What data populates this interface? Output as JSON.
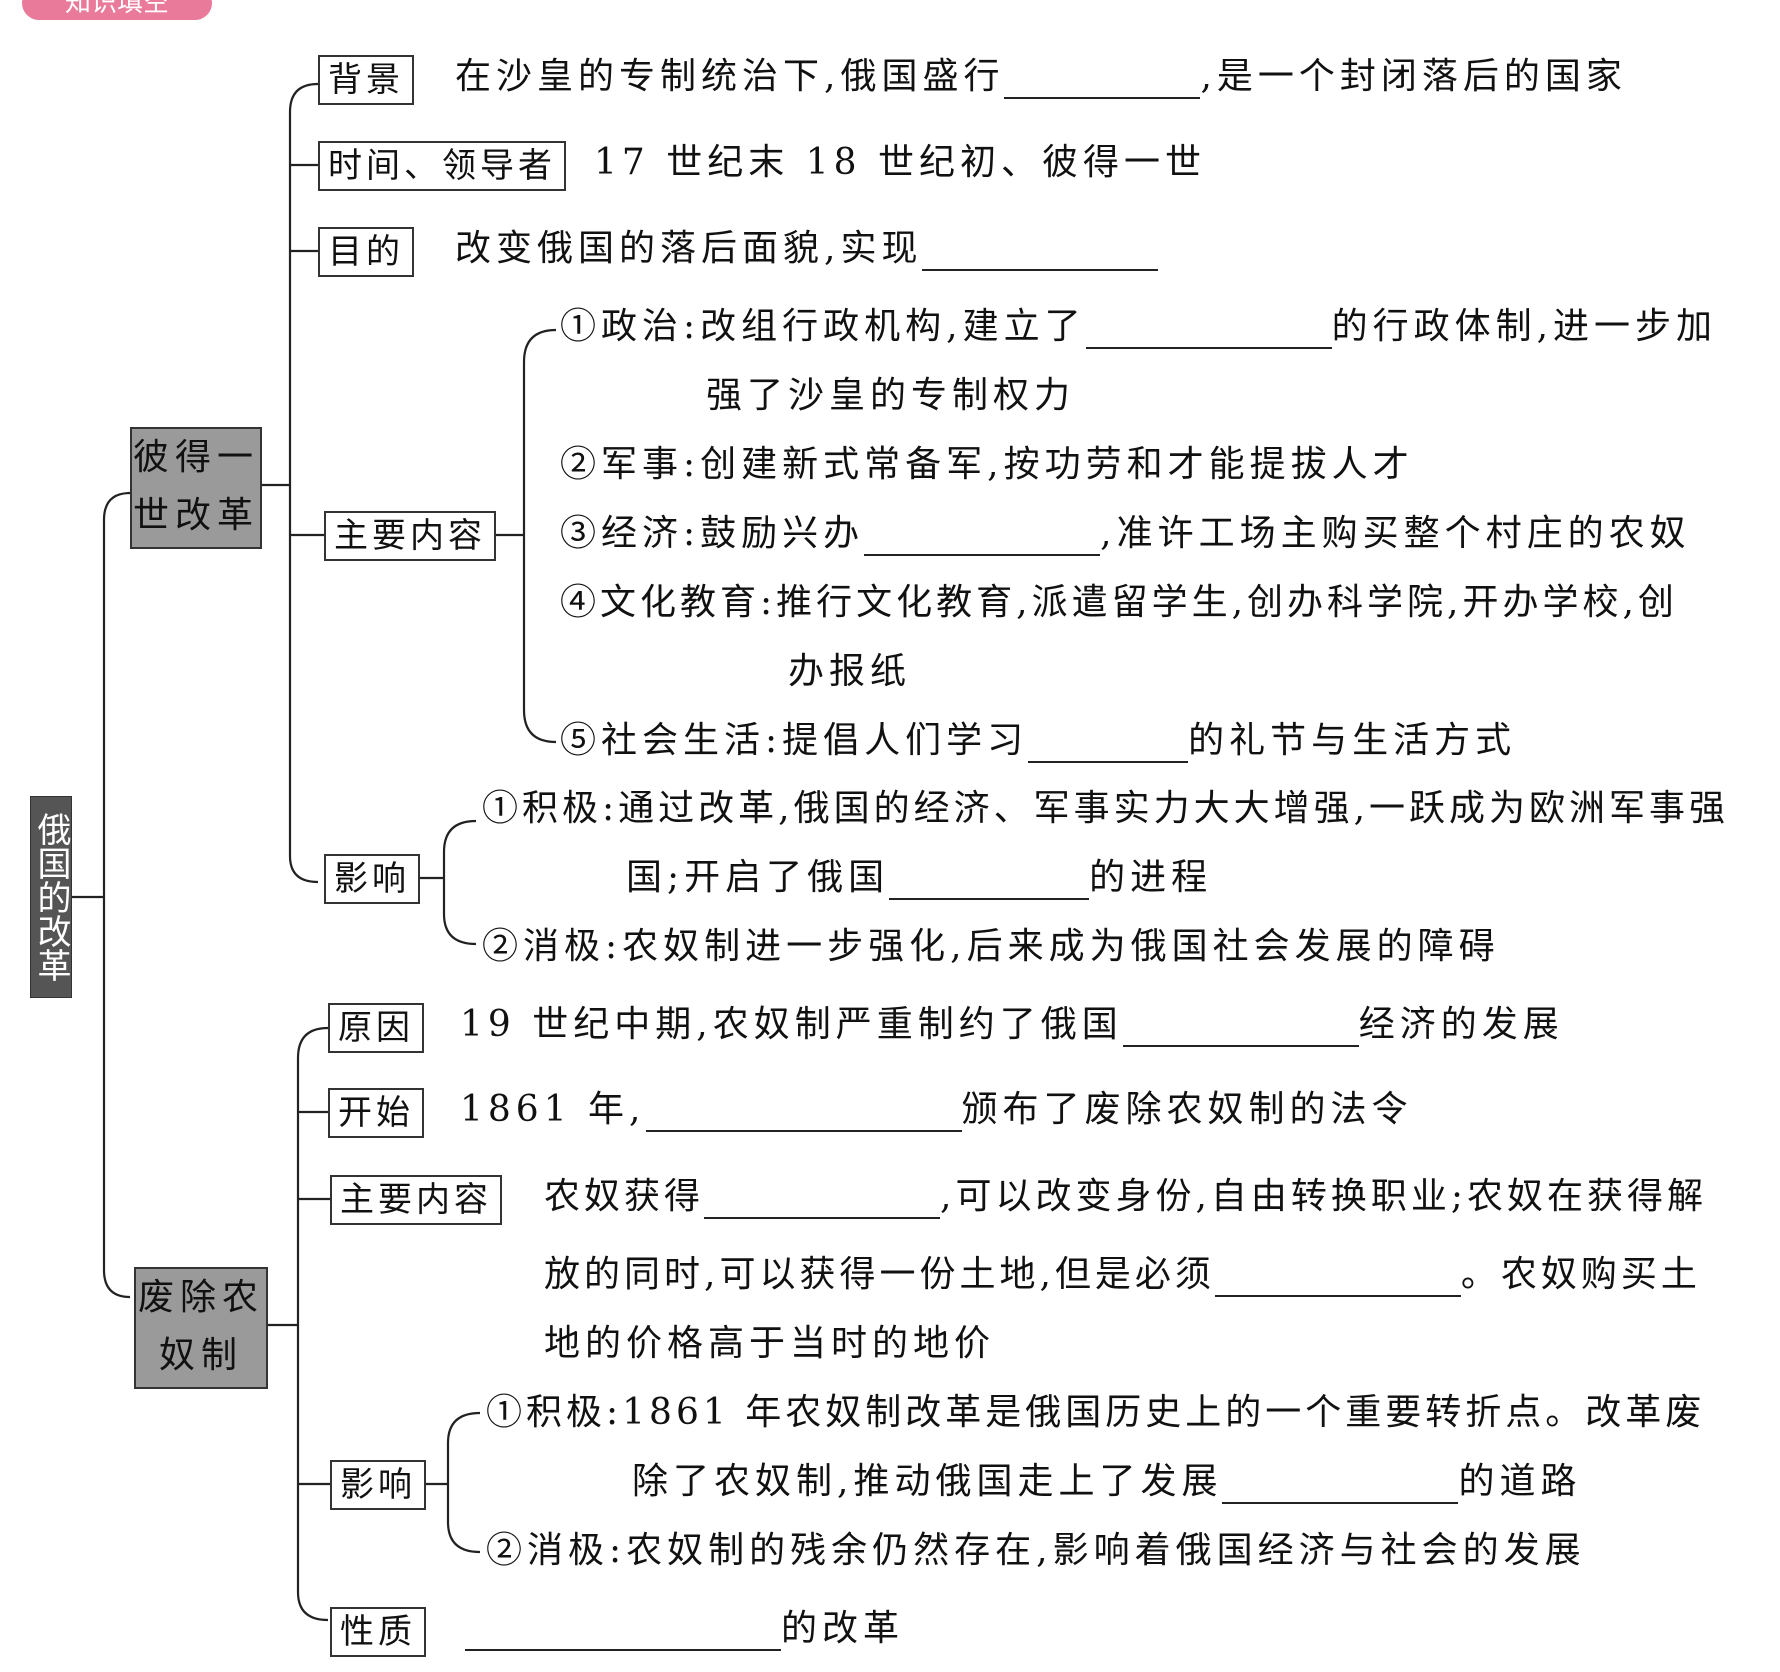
{
  "header": {
    "badge": "知识填空"
  },
  "root": "俄国的改革",
  "peter": {
    "title_line1": "彼得一",
    "title_line2": "世改革",
    "background_label": "背景",
    "background_text_a": "在沙皇的专制统治下,俄国盛行",
    "background_text_b": ",是一个封闭落后的国家",
    "time_label": "时间、领导者",
    "time_text": "17 世纪末 18 世纪初、彼得一世",
    "purpose_label": "目的",
    "purpose_text": "改变俄国的落后面貌,实现",
    "content_label": "主要内容",
    "c1_a": "①政治:改组行政机构,建立了",
    "c1_b": "的行政体制,进一步加",
    "c1_c": "强了沙皇的专制权力",
    "c2": "②军事:创建新式常备军,按功劳和才能提拔人才",
    "c3_a": "③经济:鼓励兴办",
    "c3_b": ",准许工场主购买整个村庄的农奴",
    "c4_a": "④文化教育:推行文化教育,派遣留学生,创办科学院,开办学校,创",
    "c4_b": "办报纸",
    "c5_a": "⑤社会生活:提倡人们学习",
    "c5_b": "的礼节与生活方式",
    "impact_label": "影响",
    "i1_a": "①积极:通过改革,俄国的经济、军事实力大大增强,一跃成为欧洲军事强",
    "i1_b": "国;开启了俄国",
    "i1_c": "的进程",
    "i2": "②消极:农奴制进一步强化,后来成为俄国社会发展的障碍"
  },
  "serf": {
    "title_line1": "废除农",
    "title_line2": "奴制",
    "reason_label": "原因",
    "reason_a": "19 世纪中期,农奴制严重制约了俄国",
    "reason_b": "经济的发展",
    "start_label": "开始",
    "start_a": "1861 年,",
    "start_b": "颁布了废除农奴制的法令",
    "content_label": "主要内容",
    "c_a": "农奴获得",
    "c_b": ",可以改变身份,自由转换职业;农奴在获得解",
    "c_c": "放的同时,可以获得一份土地,但是必须",
    "c_d": "。农奴购买土",
    "c_e": "地的价格高于当时的地价",
    "impact_label": "影响",
    "i1_a": "①积极:1861 年农奴制改革是俄国历史上的一个重要转折点。改革废",
    "i1_b": "除了农奴制,推动俄国走上了发展",
    "i1_c": "的道路",
    "i2": "②消极:农奴制的残余仍然存在,影响着俄国经济与社会的发展",
    "nature_label": "性质",
    "nature_b": "的改革"
  }
}
